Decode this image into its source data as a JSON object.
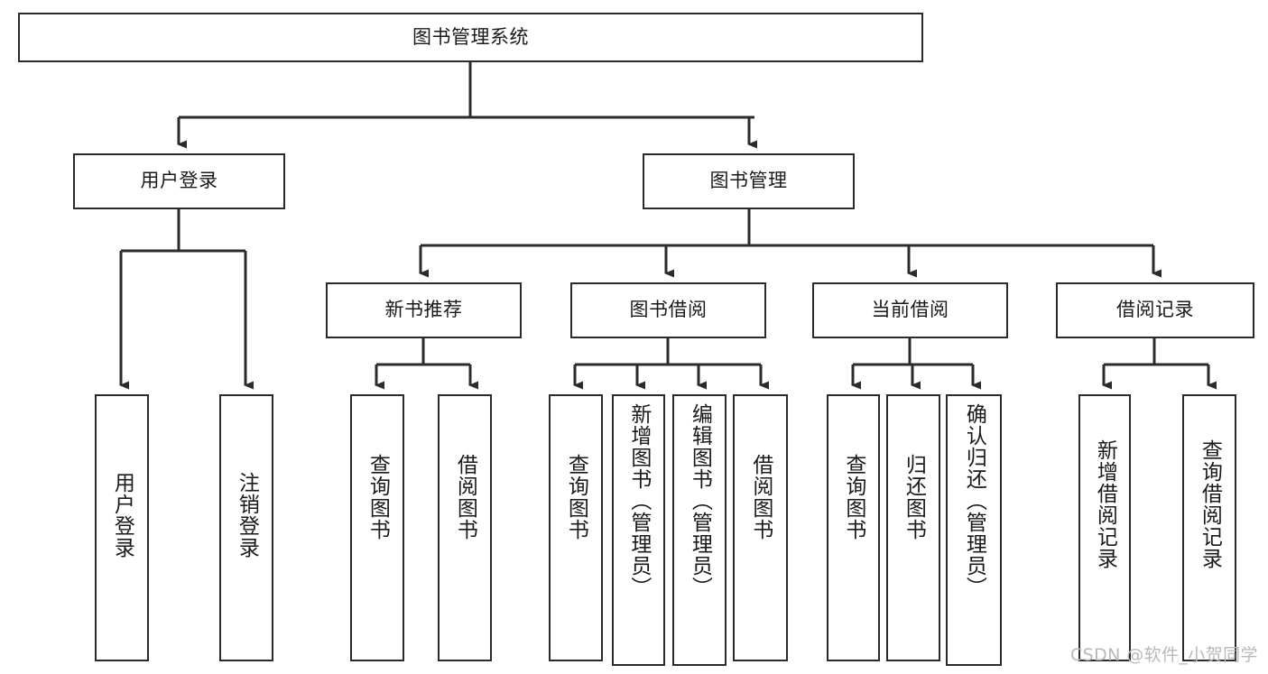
{
  "diagram": {
    "type": "tree-hierarchy",
    "title": "图书管理系统",
    "root": {
      "id": "root",
      "label": "图书管理系统",
      "orientation": "horizontal"
    },
    "level2": [
      {
        "id": "user-login",
        "label": "用户登录",
        "orientation": "horizontal"
      },
      {
        "id": "book-management",
        "label": "图书管理",
        "orientation": "horizontal"
      }
    ],
    "level3": [
      {
        "id": "new-book-recommend",
        "label": "新书推荐",
        "orientation": "horizontal"
      },
      {
        "id": "book-borrow",
        "label": "图书借阅",
        "orientation": "horizontal"
      },
      {
        "id": "current-borrow",
        "label": "当前借阅",
        "orientation": "horizontal"
      },
      {
        "id": "borrow-record",
        "label": "借阅记录",
        "orientation": "horizontal"
      }
    ],
    "leaves": {
      "user_login": [
        {
          "id": "leaf-user-login",
          "label": "用户登录"
        },
        {
          "id": "leaf-logout-login",
          "label": "注销登录"
        }
      ],
      "new_book_recommend": [
        {
          "id": "leaf-query-book-1",
          "label": "查询图书"
        },
        {
          "id": "leaf-borrow-book-1",
          "label": "借阅图书"
        }
      ],
      "book_borrow": [
        {
          "id": "leaf-query-book-2",
          "label": "查询图书"
        },
        {
          "id": "leaf-add-book-admin",
          "label": "新增图书（管理员）"
        },
        {
          "id": "leaf-edit-book-admin",
          "label": "编辑图书（管理员）"
        },
        {
          "id": "leaf-borrow-book-2",
          "label": "借阅图书"
        }
      ],
      "current_borrow": [
        {
          "id": "leaf-query-book-3",
          "label": "查询图书"
        },
        {
          "id": "leaf-return-book",
          "label": "归还图书"
        },
        {
          "id": "leaf-confirm-return-admin",
          "label": "确认归还（管理员）"
        }
      ],
      "borrow_record": [
        {
          "id": "leaf-add-borrow-record",
          "label": "新增借阅记录"
        },
        {
          "id": "leaf-query-borrow-record",
          "label": "查询借阅记录"
        }
      ]
    }
  },
  "watermark": {
    "text": "CSDN @软件_小贺同学"
  },
  "colors": {
    "border": "#2b2b2b",
    "text": "#1a1a1a",
    "background": "#ffffff",
    "watermark": "#b9b9b9"
  }
}
